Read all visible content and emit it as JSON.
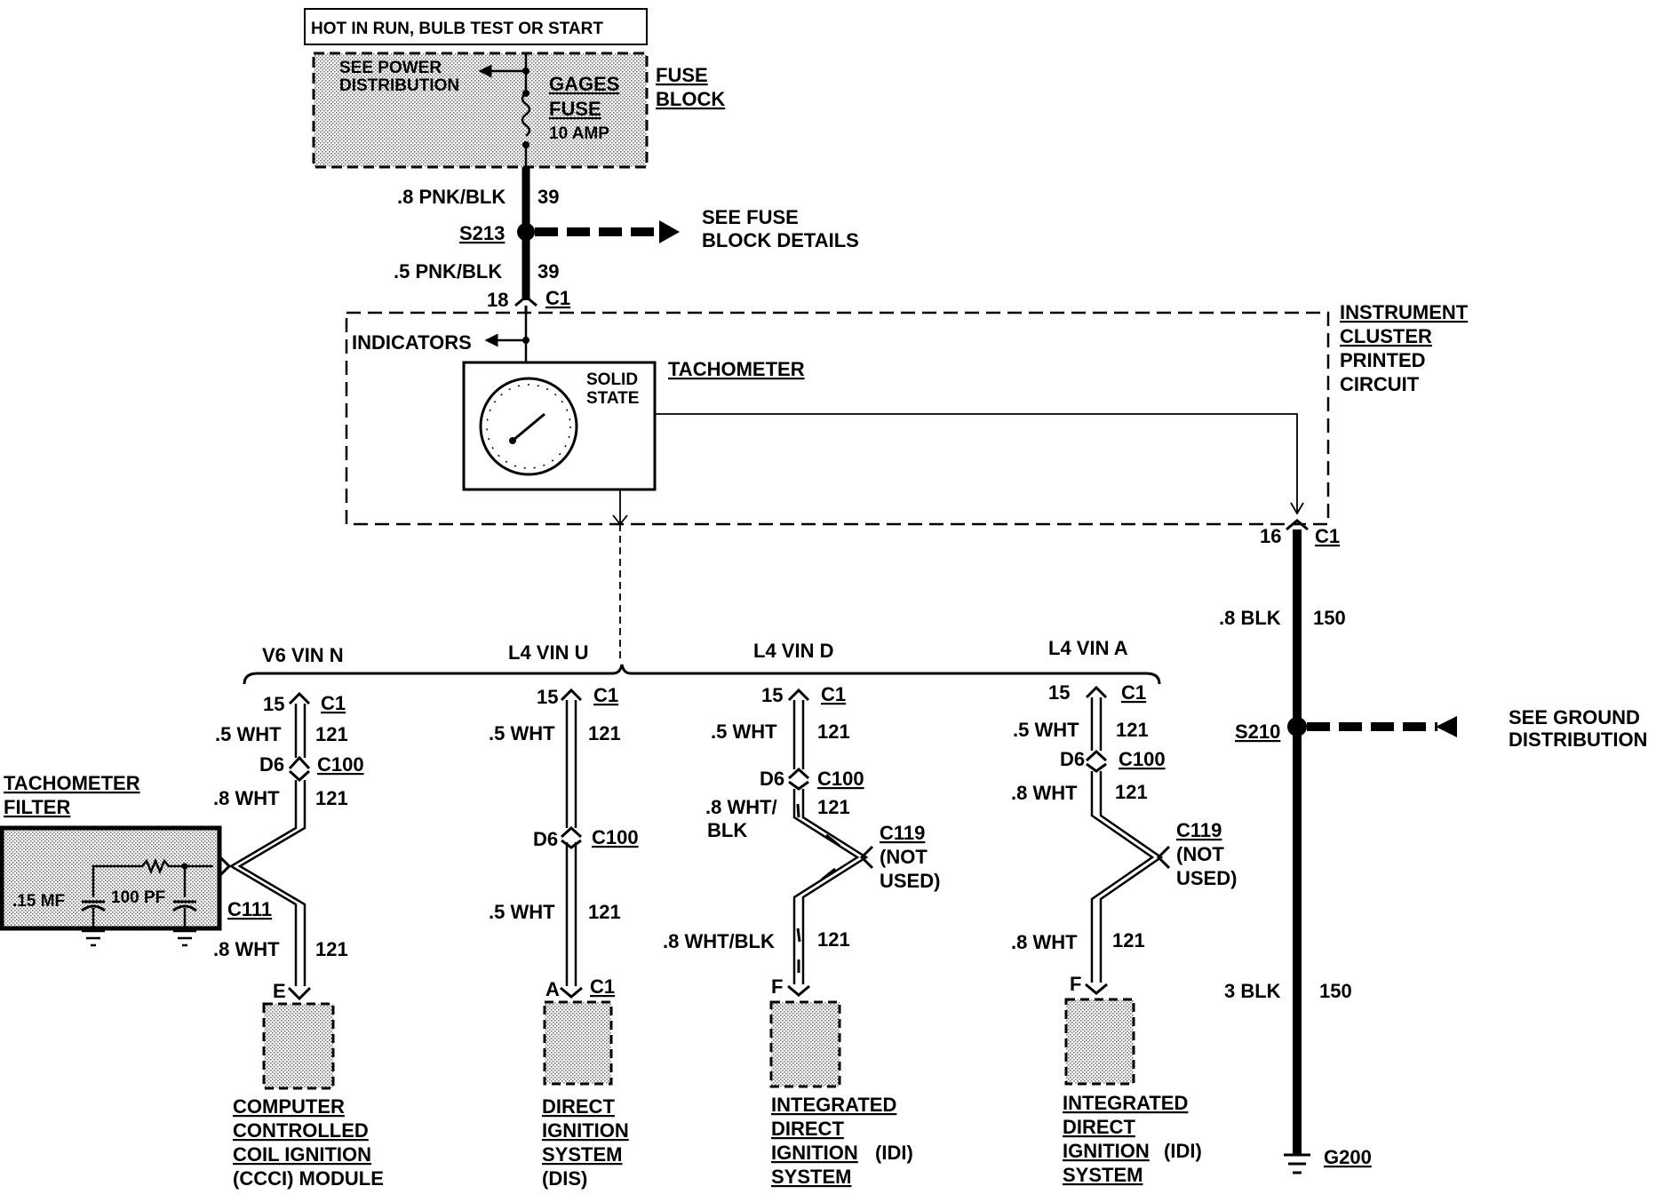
{
  "top_note": "HOT IN RUN, BULB TEST OR START",
  "fuse_block": {
    "see_power_1": "SEE POWER",
    "see_power_2": "DISTRIBUTION",
    "gages": "GAGES",
    "fuse": "FUSE",
    "amp": "10 AMP",
    "label_1": "FUSE",
    "label_2": "BLOCK"
  },
  "feed": {
    "wire_upper": ".8 PNK/BLK",
    "circuit_upper": "39",
    "splice": "S213",
    "see_fuse_1": "SEE FUSE",
    "see_fuse_2": "BLOCK DETAILS",
    "wire_lower": ".5 PNK/BLK",
    "circuit_lower": "39",
    "pin": "18",
    "conn": "C1"
  },
  "cluster": {
    "indicators": "INDICATORS",
    "solid_1": "SOLID",
    "solid_2": "STATE",
    "tachometer": "TACHOMETER",
    "title_1": "INSTRUMENT",
    "title_2": "CLUSTER",
    "title_3": "PRINTED",
    "title_4": "CIRCUIT"
  },
  "ground": {
    "pin": "16",
    "conn": "C1",
    "wire_upper": ".8 BLK",
    "circuit_upper": "150",
    "splice": "S210",
    "see_ground_1": "SEE GROUND",
    "see_ground_2": "DISTRIBUTION",
    "wire_lower": "3 BLK",
    "circuit_lower": "150",
    "ground_id": "G200"
  },
  "branches": [
    {
      "vin": "V6 VIN N",
      "pin_top": "15",
      "conn_top": "C1",
      "w1": ".5 WHT",
      "c1": "121",
      "pin_mid": "D6",
      "conn_mid": "C100",
      "w2": ".8 WHT",
      "c2": "121",
      "filter_conn": "C111",
      "w3": ".8 WHT",
      "c3": "121",
      "pin_bot": "E",
      "module": [
        "COMPUTER",
        "CONTROLLED",
        "COIL IGNITION",
        "(CCCI) MODULE"
      ]
    },
    {
      "vin": "L4 VIN U",
      "pin_top": "15",
      "conn_top": "C1",
      "w1": ".5 WHT",
      "c1": "121",
      "pin_mid": "D6",
      "conn_mid": "C100",
      "w2": ".5 WHT",
      "c2": "121",
      "pin_bot": "A",
      "conn_bot": "C1",
      "module": [
        "DIRECT",
        "IGNITION",
        "SYSTEM",
        "(DIS)"
      ]
    },
    {
      "vin": "L4 VIN D",
      "pin_top": "15",
      "conn_top": "C1",
      "w1": ".5 WHT",
      "c1": "121",
      "pin_mid": "D6",
      "conn_mid": "C100",
      "w2a": ".8 WHT/",
      "w2b": "BLK",
      "c2": "121",
      "c119": "C119",
      "nu_1": "(NOT",
      "nu_2": "USED)",
      "w3": ".8 WHT/BLK",
      "c3": "121",
      "pin_bot": "F",
      "module": [
        "INTEGRATED",
        "DIRECT",
        "IGNITION",
        "(IDI)",
        "SYSTEM"
      ]
    },
    {
      "vin": "L4 VIN A",
      "pin_top": "15",
      "conn_top": "C1",
      "w1": ".5 WHT",
      "c1": "121",
      "pin_mid": "D6",
      "conn_mid": "C100",
      "w2": ".8 WHT",
      "c2": "121",
      "c119": "C119",
      "nu_1": "(NOT",
      "nu_2": "USED)",
      "w3": ".8 WHT",
      "c3": "121",
      "pin_bot": "F",
      "module": [
        "INTEGRATED",
        "DIRECT",
        "IGNITION",
        "(IDI)",
        "SYSTEM"
      ]
    }
  ],
  "filter": {
    "title_1": "TACHOMETER",
    "title_2": "FILTER",
    "cap1": ".15 MF",
    "cap2": "100 PF"
  }
}
